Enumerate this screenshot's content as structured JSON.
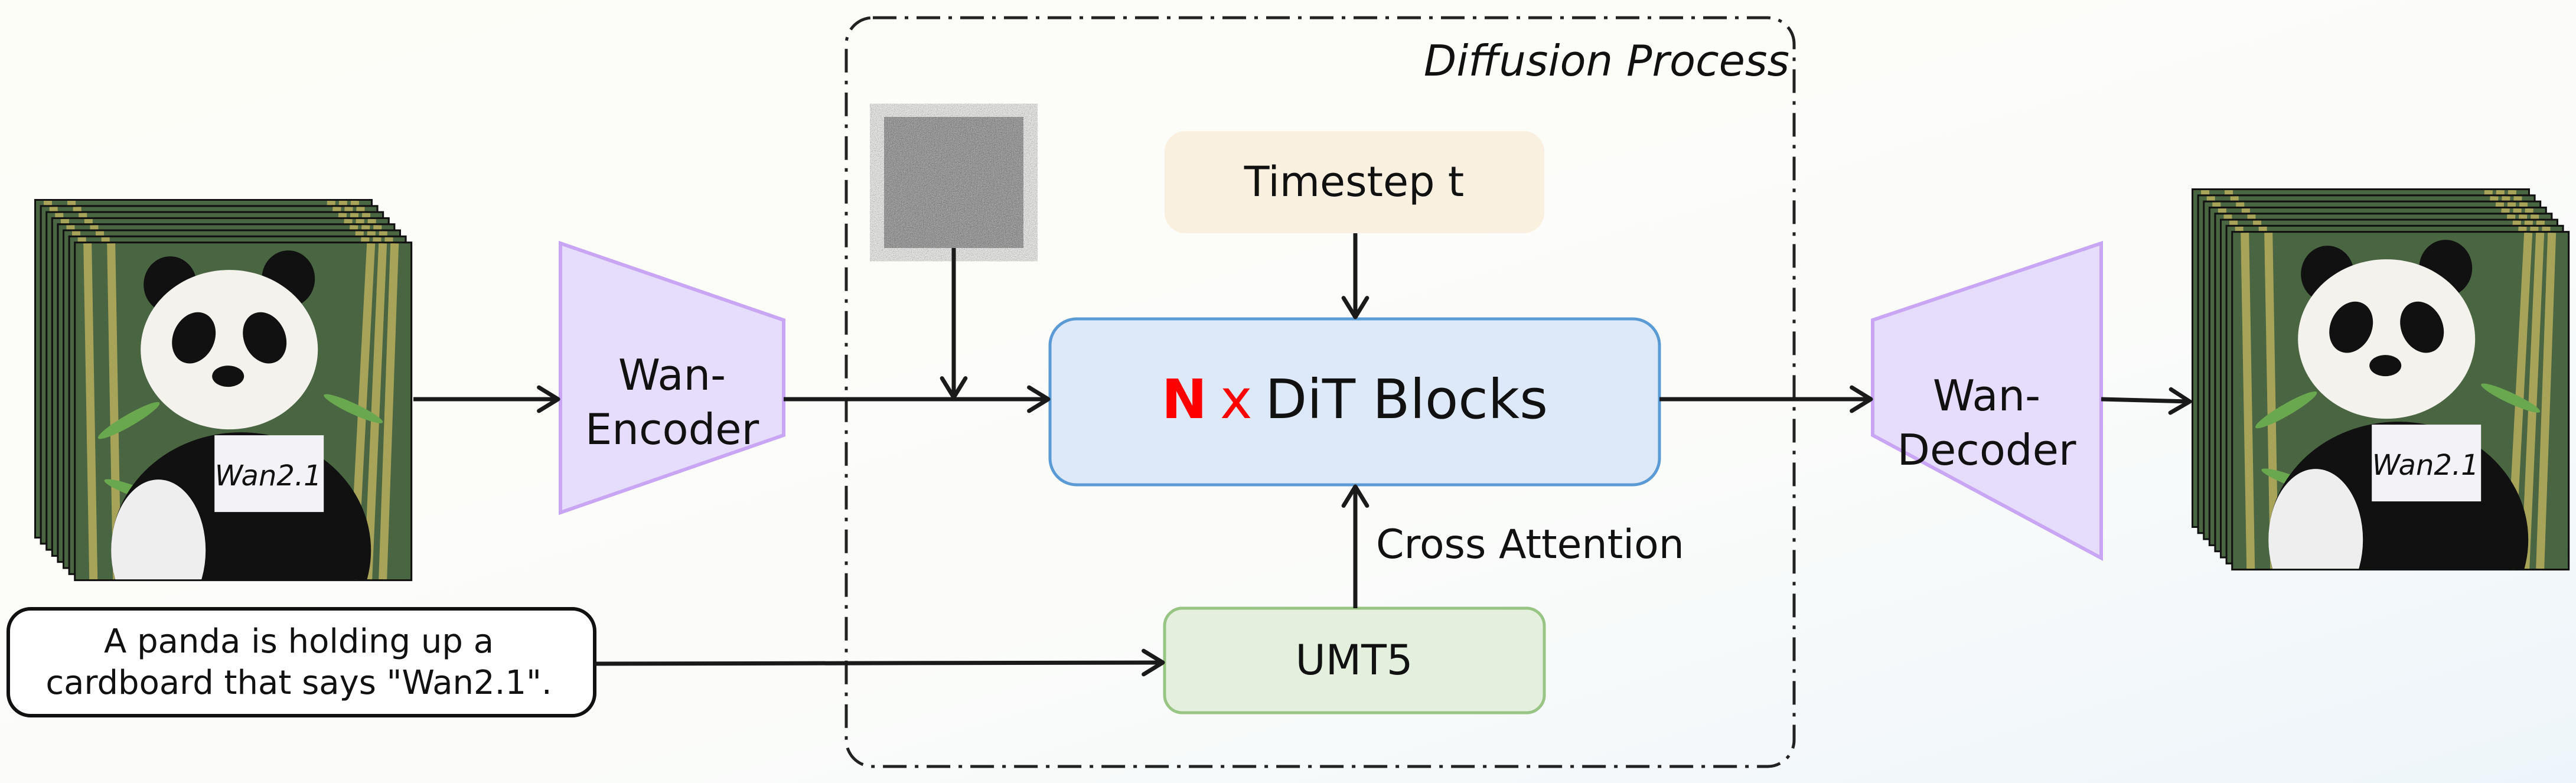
{
  "diagram": {
    "diffusion_process_label": "Diffusion Process",
    "timestep_label": "Timestep t",
    "dit_blocks": {
      "count_symbol": "N",
      "times": "x",
      "label": "DiT Blocks"
    },
    "cross_attention_label": "Cross Attention",
    "text_encoder_label": "UMT5",
    "encoder": {
      "line1": "Wan-",
      "line2": "Encoder"
    },
    "decoder": {
      "line1": "Wan-",
      "line2": "Decoder"
    },
    "prompt": {
      "line1": "A panda is holding up a",
      "line2": "cardboard that says \"Wan2.1\"."
    },
    "sign_text_input": "Wan2.1",
    "sign_text_output": "Wan2.1"
  },
  "colors": {
    "timestep_fill": "#faf0df",
    "dit_fill": "#dde9f9",
    "dit_stroke": "#5b9bd5",
    "umt5_fill": "#e4efdd",
    "umt5_stroke": "#98c484",
    "vae_fill": "#e6ddfc",
    "vae_stroke": "#c9a6f4",
    "accent_red": "#ff0000"
  },
  "icons": {
    "noise": "gaussian-noise-image",
    "video_frames": "panda-video-frame-stack"
  }
}
